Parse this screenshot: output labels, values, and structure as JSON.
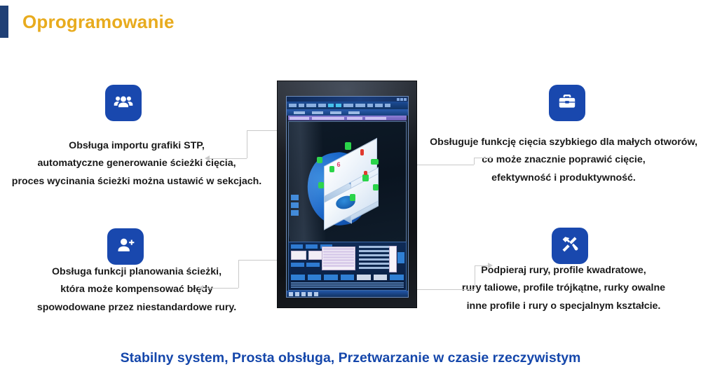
{
  "header": {
    "title": "Oprogramowanie",
    "accent_bar_color": "#1f4076",
    "title_color": "#e8ab1e"
  },
  "theme": {
    "icon_tile_color": "#1948ae",
    "connector_color": "#c9c9c9",
    "body_text_color": "#1a1a1a",
    "footer_text_color": "#1547ab"
  },
  "features": {
    "top_left": {
      "icon": "users-group-icon",
      "lines": [
        "Obsługa importu grafiki STP,",
        "automatyczne generowanie ścieżki cięcia,",
        "proces wycinania ścieżki można ustawić w sekcjach."
      ]
    },
    "bottom_left": {
      "icon": "user-add-icon",
      "lines": [
        "Obsługa funkcji planowania ścieżki,",
        "która może kompensować błędy",
        "spowodowane przez niestandardowe rury."
      ]
    },
    "top_right": {
      "icon": "briefcase-icon",
      "lines": [
        "Obsługuje funkcję cięcia szybkiego dla małych otworów,",
        "co może znacznie poprawić cięcie,",
        "efektywność i produktywność."
      ]
    },
    "bottom_right": {
      "icon": "tools-icon",
      "lines": [
        "Podpieraj rury, profile kwadratowe,",
        "rury taliowe, profile trójkątne, rurky owalne",
        "inne profile i rury o specjalnym kształcie."
      ]
    }
  },
  "monitor": {
    "alt": "Zdjęcie monitora z oprogramowaniem CAD/CAM i modelem 3D rury",
    "part_label": "6"
  },
  "footer": {
    "caption": "Stabilny system, Prosta obsługa, Przetwarzanie w czasie rzeczywistym"
  }
}
